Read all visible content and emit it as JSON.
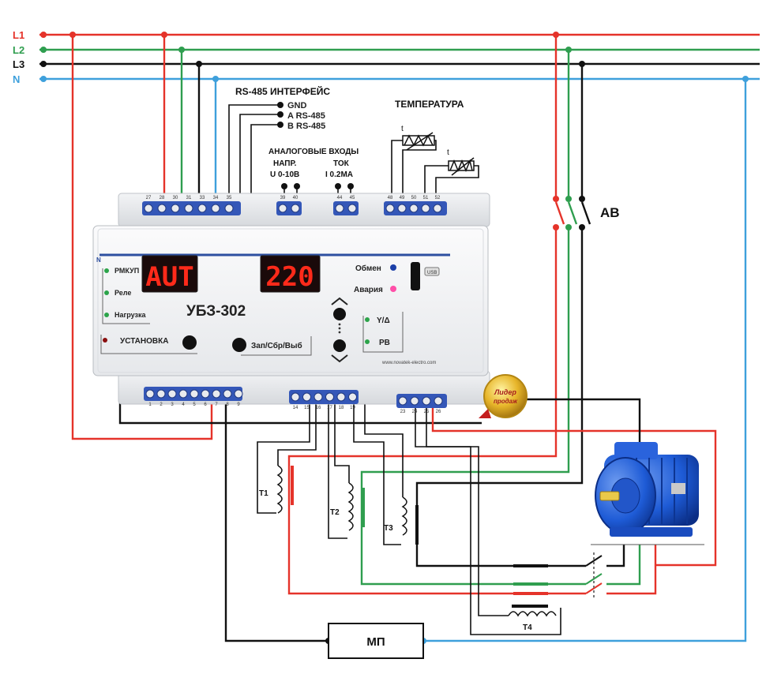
{
  "lines": [
    {
      "label": "L1",
      "color": "#e5332a"
    },
    {
      "label": "L2",
      "color": "#2f9e4f"
    },
    {
      "label": "L3",
      "color": "#111111"
    },
    {
      "label": "N",
      "color": "#3ea0dc"
    }
  ],
  "rs485": {
    "title": "RS-485 ИНТЕРФЕЙС",
    "pins": [
      "GND",
      "A RS-485",
      "B RS-485"
    ]
  },
  "analog": {
    "title": "АНАЛОГОВЫЕ ВХОДЫ",
    "voltage_label": "НАПР.",
    "voltage_range": "U 0-10В",
    "current_label": "ТОК",
    "current_range": "I 0.2МА"
  },
  "temperature": {
    "title": "ТЕМПЕРАТУРА",
    "sensor_mark": "t"
  },
  "breaker": {
    "label": "АВ"
  },
  "device": {
    "model": "УБЗ-302",
    "display_left": "AUT",
    "display_right": "220",
    "indicators_left": [
      "РМКУП",
      "Реле",
      "Нагрузка"
    ],
    "indicators_right": [
      "Обмен",
      "Авария"
    ],
    "mode_labels": [
      "Y/Δ",
      "РВ"
    ],
    "button_setup": "УСТАНОВКА",
    "button_write": "Зап/Сбр/Выб",
    "usb_label": "USB",
    "website": "www.novatek-electro.com",
    "top_terminals_a": [
      "27",
      "28",
      "30",
      "31",
      "33",
      "34",
      "35"
    ],
    "top_terminals_b": [
      "39",
      "40"
    ],
    "top_terminals_c": [
      "44",
      "45"
    ],
    "top_terminals_d": [
      "48",
      "49",
      "50",
      "51",
      "52"
    ],
    "bottom_terminals_a": [
      "1",
      "2",
      "3",
      "4",
      "5",
      "6",
      "7",
      "8",
      "9"
    ],
    "bottom_terminals_b": [
      "14",
      "15",
      "16",
      "17",
      "18",
      "19"
    ],
    "bottom_terminals_c": [
      "23",
      "24",
      "25",
      "26"
    ]
  },
  "badge": {
    "line1": "Лидер",
    "line2": "продаж"
  },
  "transformers": [
    "T1",
    "T2",
    "T3",
    "T4"
  ],
  "starter": {
    "label": "МП"
  },
  "colors": {
    "red": "#e5332a",
    "green": "#2f9e4f",
    "black": "#111111",
    "blue": "#3ea0dc",
    "motor": "#1e5bd6"
  }
}
